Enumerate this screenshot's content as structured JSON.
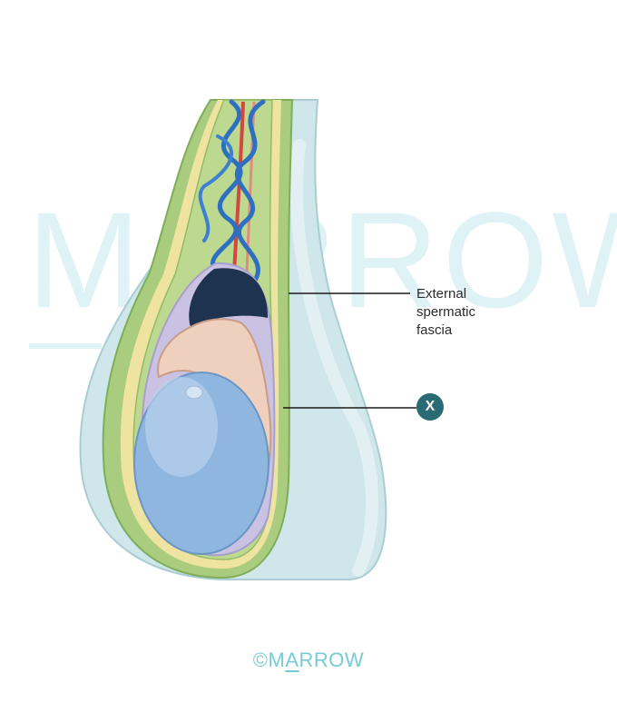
{
  "labels": {
    "external_spermatic_fascia": "External\nspermatic\nfascia",
    "marker": "X"
  },
  "watermark": {
    "text": "MARROW",
    "color": "#dff3f6"
  },
  "copyright": {
    "symbol": "©",
    "brand_first": "M",
    "brand_underlined": "A",
    "brand_rest": "RROW",
    "color": "#76cbd5"
  },
  "colors": {
    "outer_sac": "#cfe6ea",
    "outer_sac_edge": "#a9cdd3",
    "fascia_green": "#a9cc7e",
    "fascia_yellow": "#efe3a1",
    "tunica_lilac": "#c9c2e2",
    "testis_blue": "#8fb6df",
    "epididymis_pink": "#efd0bf",
    "veins_blue": "#2f6fc0",
    "artery_red": "#d2473f",
    "cavity_dark": "#1d3350",
    "marker_teal": "#2a6b73"
  }
}
